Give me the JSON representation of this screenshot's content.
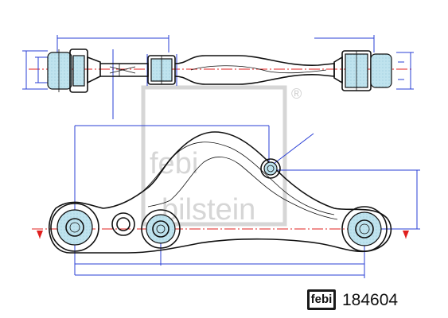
{
  "watermark": {
    "brand_top": "febi",
    "brand_bottom": "bilstein",
    "registered": "®"
  },
  "footer": {
    "logo_text": "febi",
    "part_number": "184604"
  },
  "colors": {
    "dimension_lines": "#2a3fd6",
    "axis_lines": "#e0201f",
    "outline": "#111111",
    "watermark": "#d6d6d6"
  }
}
